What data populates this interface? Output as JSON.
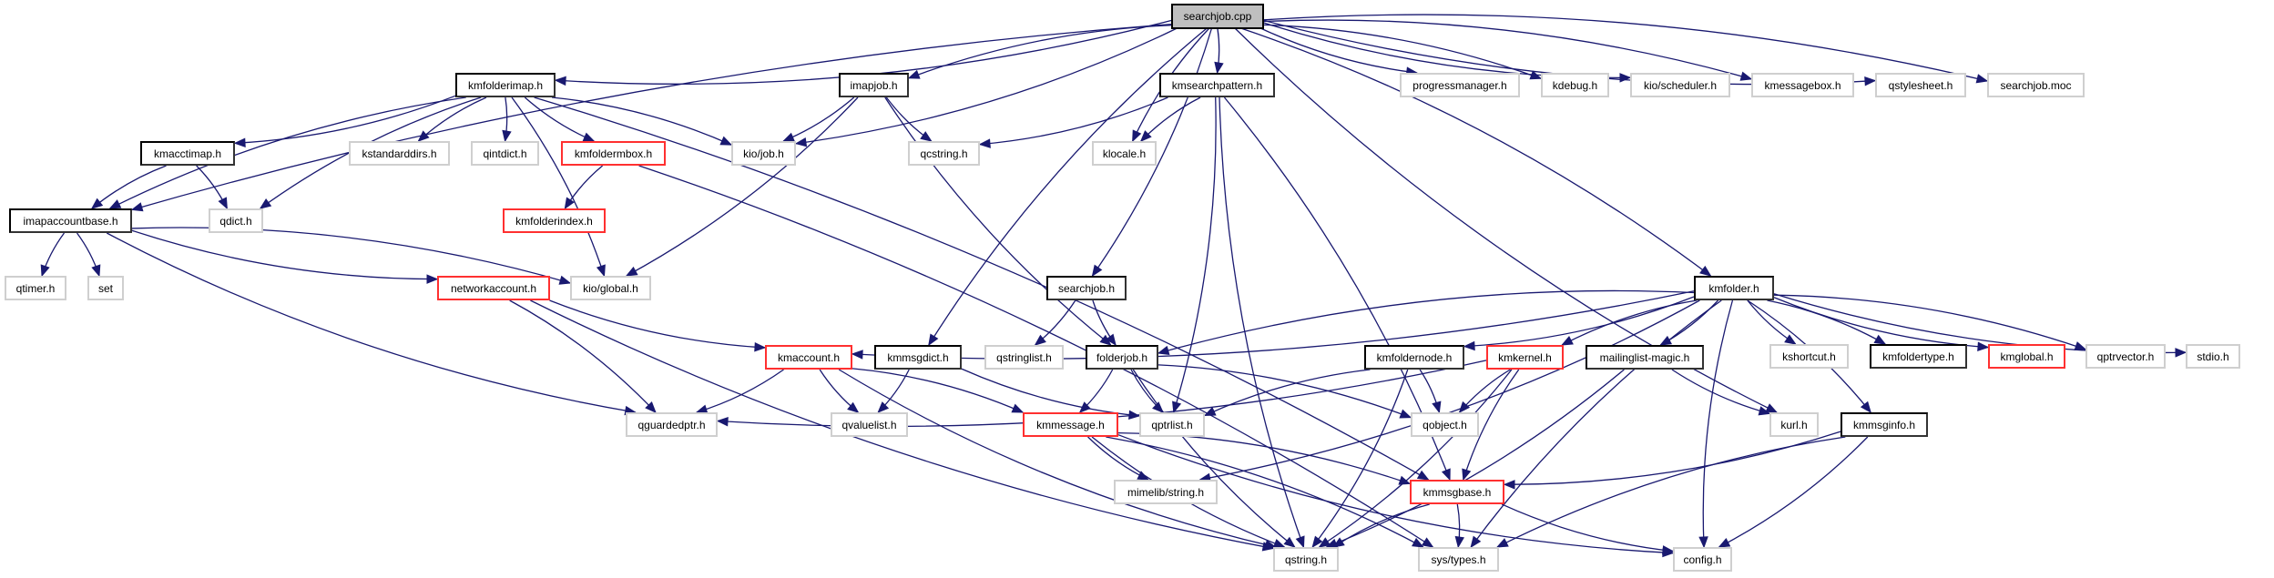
{
  "title": "searchjob.cpp",
  "colors": {
    "edge": "#191970",
    "documented_border": "#000000",
    "truncated_border": "#ff3030",
    "external_border": "#cfcfcf",
    "root_fill": "#bfbfbf"
  },
  "nodes": [
    {
      "id": "searchjob_cpp",
      "label": "searchjob.cpp",
      "kind": "root"
    },
    {
      "id": "kmfolderimap_h",
      "label": "kmfolderimap.h",
      "kind": "doc"
    },
    {
      "id": "imapjob_h",
      "label": "imapjob.h",
      "kind": "doc"
    },
    {
      "id": "kmsearchpattern_h",
      "label": "kmsearchpattern.h",
      "kind": "doc"
    },
    {
      "id": "progressmanager_h",
      "label": "progressmanager.h",
      "kind": "ext"
    },
    {
      "id": "kdebug_h",
      "label": "kdebug.h",
      "kind": "ext"
    },
    {
      "id": "kio_scheduler_h",
      "label": "kio/scheduler.h",
      "kind": "ext"
    },
    {
      "id": "kmessagebox_h",
      "label": "kmessagebox.h",
      "kind": "ext"
    },
    {
      "id": "qstylesheet_h",
      "label": "qstylesheet.h",
      "kind": "ext"
    },
    {
      "id": "searchjob_moc",
      "label": "searchjob.moc",
      "kind": "ext"
    },
    {
      "id": "kmacctimap_h",
      "label": "kmacctimap.h",
      "kind": "doc"
    },
    {
      "id": "kstandarddirs_h",
      "label": "kstandarddirs.h",
      "kind": "ext"
    },
    {
      "id": "qintdict_h",
      "label": "qintdict.h",
      "kind": "ext"
    },
    {
      "id": "kmfoldermbox_h",
      "label": "kmfoldermbox.h",
      "kind": "red"
    },
    {
      "id": "kio_job_h",
      "label": "kio/job.h",
      "kind": "ext"
    },
    {
      "id": "qcstring_h",
      "label": "qcstring.h",
      "kind": "ext"
    },
    {
      "id": "klocale_h",
      "label": "klocale.h",
      "kind": "ext"
    },
    {
      "id": "imapaccountbase_h",
      "label": "imapaccountbase.h",
      "kind": "doc"
    },
    {
      "id": "qdict_h",
      "label": "qdict.h",
      "kind": "ext"
    },
    {
      "id": "kmfolderindex_h",
      "label": "kmfolderindex.h",
      "kind": "red"
    },
    {
      "id": "qtimer_h",
      "label": "qtimer.h",
      "kind": "ext"
    },
    {
      "id": "set",
      "label": "set",
      "kind": "ext"
    },
    {
      "id": "networkaccount_h",
      "label": "networkaccount.h",
      "kind": "red"
    },
    {
      "id": "kio_global_h",
      "label": "kio/global.h",
      "kind": "ext"
    },
    {
      "id": "searchjob_h",
      "label": "searchjob.h",
      "kind": "doc"
    },
    {
      "id": "kmfolder_h",
      "label": "kmfolder.h",
      "kind": "doc"
    },
    {
      "id": "kmaccount_h",
      "label": "kmaccount.h",
      "kind": "red"
    },
    {
      "id": "kmmsgdict_h",
      "label": "kmmsgdict.h",
      "kind": "doc"
    },
    {
      "id": "qstringlist_h",
      "label": "qstringlist.h",
      "kind": "ext"
    },
    {
      "id": "folderjob_h",
      "label": "folderjob.h",
      "kind": "doc"
    },
    {
      "id": "kmfoldernode_h",
      "label": "kmfoldernode.h",
      "kind": "doc"
    },
    {
      "id": "kmkernel_h",
      "label": "kmkernel.h",
      "kind": "red"
    },
    {
      "id": "mailinglist_magic_h",
      "label": "mailinglist-magic.h",
      "kind": "doc"
    },
    {
      "id": "kshortcut_h",
      "label": "kshortcut.h",
      "kind": "ext"
    },
    {
      "id": "kmfoldertype_h",
      "label": "kmfoldertype.h",
      "kind": "doc"
    },
    {
      "id": "kmglobal_h",
      "label": "kmglobal.h",
      "kind": "red"
    },
    {
      "id": "qptrvector_h",
      "label": "qptrvector.h",
      "kind": "ext"
    },
    {
      "id": "stdio_h",
      "label": "stdio.h",
      "kind": "ext"
    },
    {
      "id": "qguardedptr_h",
      "label": "qguardedptr.h",
      "kind": "ext"
    },
    {
      "id": "qvaluelist_h",
      "label": "qvaluelist.h",
      "kind": "ext"
    },
    {
      "id": "kmmessage_h",
      "label": "kmmessage.h",
      "kind": "red"
    },
    {
      "id": "qptrlist_h",
      "label": "qptrlist.h",
      "kind": "ext"
    },
    {
      "id": "qobject_h",
      "label": "qobject.h",
      "kind": "ext"
    },
    {
      "id": "kurl_h",
      "label": "kurl.h",
      "kind": "ext"
    },
    {
      "id": "kmmsginfo_h",
      "label": "kmmsginfo.h",
      "kind": "doc"
    },
    {
      "id": "mimelib_string_h",
      "label": "mimelib/string.h",
      "kind": "ext"
    },
    {
      "id": "kmmsgbase_h",
      "label": "kmmsgbase.h",
      "kind": "red"
    },
    {
      "id": "qstring_h",
      "label": "qstring.h",
      "kind": "ext"
    },
    {
      "id": "sys_types_h",
      "label": "sys/types.h",
      "kind": "ext"
    },
    {
      "id": "config_h",
      "label": "config.h",
      "kind": "ext"
    }
  ],
  "edges": [
    [
      "searchjob_cpp",
      "kmfolderimap_h"
    ],
    [
      "searchjob_cpp",
      "imapjob_h"
    ],
    [
      "searchjob_cpp",
      "kmsearchpattern_h"
    ],
    [
      "searchjob_cpp",
      "progressmanager_h"
    ],
    [
      "searchjob_cpp",
      "kdebug_h"
    ],
    [
      "searchjob_cpp",
      "kio_scheduler_h"
    ],
    [
      "searchjob_cpp",
      "kmessagebox_h"
    ],
    [
      "searchjob_cpp",
      "qstylesheet_h"
    ],
    [
      "searchjob_cpp",
      "searchjob_moc"
    ],
    [
      "searchjob_cpp",
      "imapaccountbase_h"
    ],
    [
      "searchjob_cpp",
      "kio_job_h"
    ],
    [
      "searchjob_cpp",
      "klocale_h"
    ],
    [
      "searchjob_cpp",
      "searchjob_h"
    ],
    [
      "searchjob_cpp",
      "kmmsgdict_h"
    ],
    [
      "searchjob_cpp",
      "kmfolder_h"
    ],
    [
      "searchjob_cpp",
      "kurl_h"
    ],
    [
      "kmfolderimap_h",
      "kmacctimap_h"
    ],
    [
      "kmfolderimap_h",
      "kstandarddirs_h"
    ],
    [
      "kmfolderimap_h",
      "qintdict_h"
    ],
    [
      "kmfolderimap_h",
      "kmfoldermbox_h"
    ],
    [
      "kmfolderimap_h",
      "kio_job_h"
    ],
    [
      "kmfolderimap_h",
      "qdict_h"
    ],
    [
      "kmfolderimap_h",
      "kio_global_h"
    ],
    [
      "kmfolderimap_h",
      "imapaccountbase_h"
    ],
    [
      "kmfolderimap_h",
      "kmmsgbase_h"
    ],
    [
      "kmacctimap_h",
      "imapaccountbase_h"
    ],
    [
      "kmacctimap_h",
      "qdict_h"
    ],
    [
      "kmfoldermbox_h",
      "kmfolderindex_h"
    ],
    [
      "kmfoldermbox_h",
      "sys_types_h"
    ],
    [
      "imapaccountbase_h",
      "qtimer_h"
    ],
    [
      "imapaccountbase_h",
      "set"
    ],
    [
      "imapaccountbase_h",
      "networkaccount_h"
    ],
    [
      "imapaccountbase_h",
      "kio_global_h"
    ],
    [
      "imapaccountbase_h",
      "qguardedptr_h"
    ],
    [
      "imapjob_h",
      "kio_job_h"
    ],
    [
      "imapjob_h",
      "qcstring_h"
    ],
    [
      "imapjob_h",
      "kio_global_h"
    ],
    [
      "imapjob_h",
      "folderjob_h"
    ],
    [
      "kmsearchpattern_h",
      "qcstring_h"
    ],
    [
      "kmsearchpattern_h",
      "klocale_h"
    ],
    [
      "kmsearchpattern_h",
      "qptrlist_h"
    ],
    [
      "kmsearchpattern_h",
      "qstring_h"
    ],
    [
      "kmsearchpattern_h",
      "kmmsgbase_h"
    ],
    [
      "networkaccount_h",
      "kmaccount_h"
    ],
    [
      "networkaccount_h",
      "qguardedptr_h"
    ],
    [
      "networkaccount_h",
      "qstring_h"
    ],
    [
      "searchjob_h",
      "qstringlist_h"
    ],
    [
      "searchjob_h",
      "folderjob_h"
    ],
    [
      "kmfolder_h",
      "kmaccount_h"
    ],
    [
      "kmfolder_h",
      "folderjob_h"
    ],
    [
      "kmfolder_h",
      "kmfoldernode_h"
    ],
    [
      "kmfolder_h",
      "kmkernel_h"
    ],
    [
      "kmfolder_h",
      "mailinglist_magic_h"
    ],
    [
      "kmfolder_h",
      "kshortcut_h"
    ],
    [
      "kmfolder_h",
      "kmfoldertype_h"
    ],
    [
      "kmfolder_h",
      "kmglobal_h"
    ],
    [
      "kmfolder_h",
      "qptrvector_h"
    ],
    [
      "kmfolder_h",
      "stdio_h"
    ],
    [
      "kmfolder_h",
      "kmmsginfo_h"
    ],
    [
      "kmfolder_h",
      "sys_types_h"
    ],
    [
      "kmfolder_h",
      "mimelib_string_h"
    ],
    [
      "kmfolder_h",
      "config_h"
    ],
    [
      "kmaccount_h",
      "qguardedptr_h"
    ],
    [
      "kmaccount_h",
      "qvaluelist_h"
    ],
    [
      "kmaccount_h",
      "kmmessage_h"
    ],
    [
      "kmaccount_h",
      "qstring_h"
    ],
    [
      "kmmsgdict_h",
      "qvaluelist_h"
    ],
    [
      "kmmsgdict_h",
      "qptrlist_h"
    ],
    [
      "folderjob_h",
      "kmmessage_h"
    ],
    [
      "folderjob_h",
      "qptrlist_h"
    ],
    [
      "folderjob_h",
      "qobject_h"
    ],
    [
      "folderjob_h",
      "qstring_h"
    ],
    [
      "kmfoldernode_h",
      "qobject_h"
    ],
    [
      "kmfoldernode_h",
      "qptrlist_h"
    ],
    [
      "kmfoldernode_h",
      "qstring_h"
    ],
    [
      "kmkernel_h",
      "qobject_h"
    ],
    [
      "kmkernel_h",
      "qguardedptr_h"
    ],
    [
      "kmkernel_h",
      "kmmsgbase_h"
    ],
    [
      "kmkernel_h",
      "qstring_h"
    ],
    [
      "mailinglist_magic_h",
      "kurl_h"
    ],
    [
      "mailinglist_magic_h",
      "qstring_h"
    ],
    [
      "kmmessage_h",
      "mimelib_string_h"
    ],
    [
      "kmmessage_h",
      "kmmsgbase_h"
    ],
    [
      "kmmessage_h",
      "qstring_h"
    ],
    [
      "kmmessage_h",
      "sys_types_h"
    ],
    [
      "kmmessage_h",
      "config_h"
    ],
    [
      "kmmsginfo_h",
      "kmmsgbase_h"
    ],
    [
      "kmmsginfo_h",
      "sys_types_h"
    ],
    [
      "kmmsginfo_h",
      "config_h"
    ],
    [
      "kmmsgbase_h",
      "qstring_h"
    ],
    [
      "kmmsgbase_h",
      "sys_types_h"
    ],
    [
      "kmmsgbase_h",
      "config_h"
    ]
  ]
}
